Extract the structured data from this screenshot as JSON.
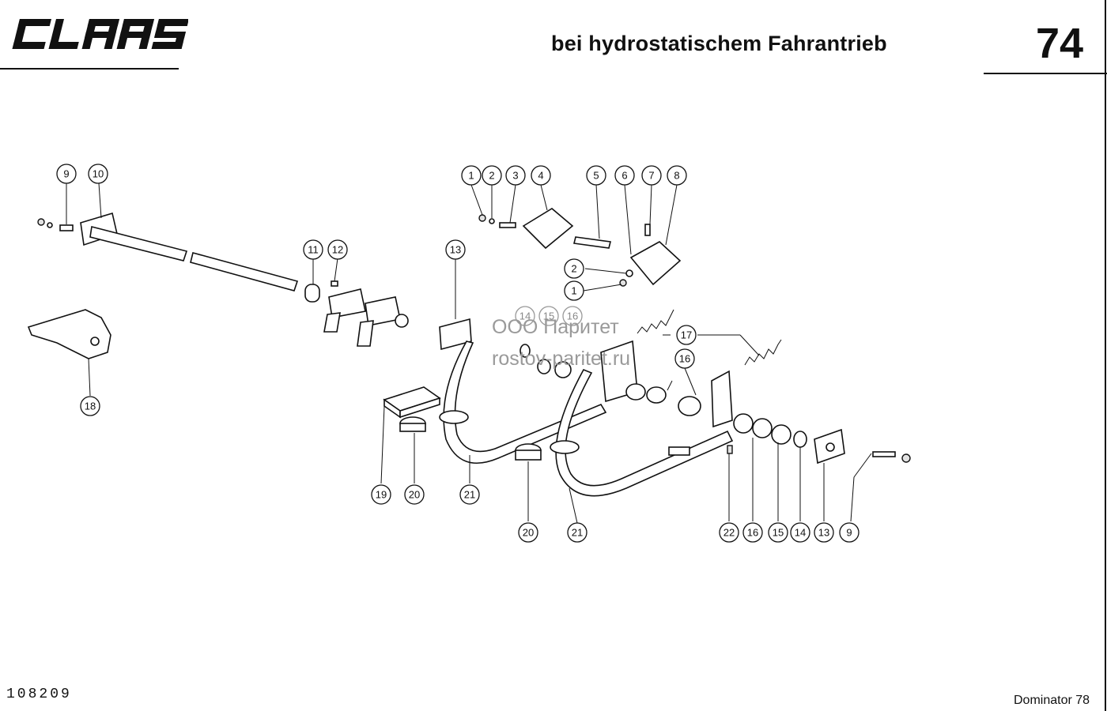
{
  "header": {
    "brand": "CLAAS",
    "title": "bei hydrostatischem Fahrantrieb",
    "page_number": "74"
  },
  "footer": {
    "drawing_number": "108209",
    "model": "Dominator 78"
  },
  "watermark": {
    "line1": "ООО Паритет",
    "line2": "rostov-paritet.ru"
  },
  "callouts": [
    "1",
    "2",
    "3",
    "4",
    "5",
    "6",
    "7",
    "8",
    "9",
    "10",
    "11",
    "12",
    "13",
    "14",
    "15",
    "16",
    "17",
    "18",
    "19",
    "20",
    "21",
    "22"
  ]
}
